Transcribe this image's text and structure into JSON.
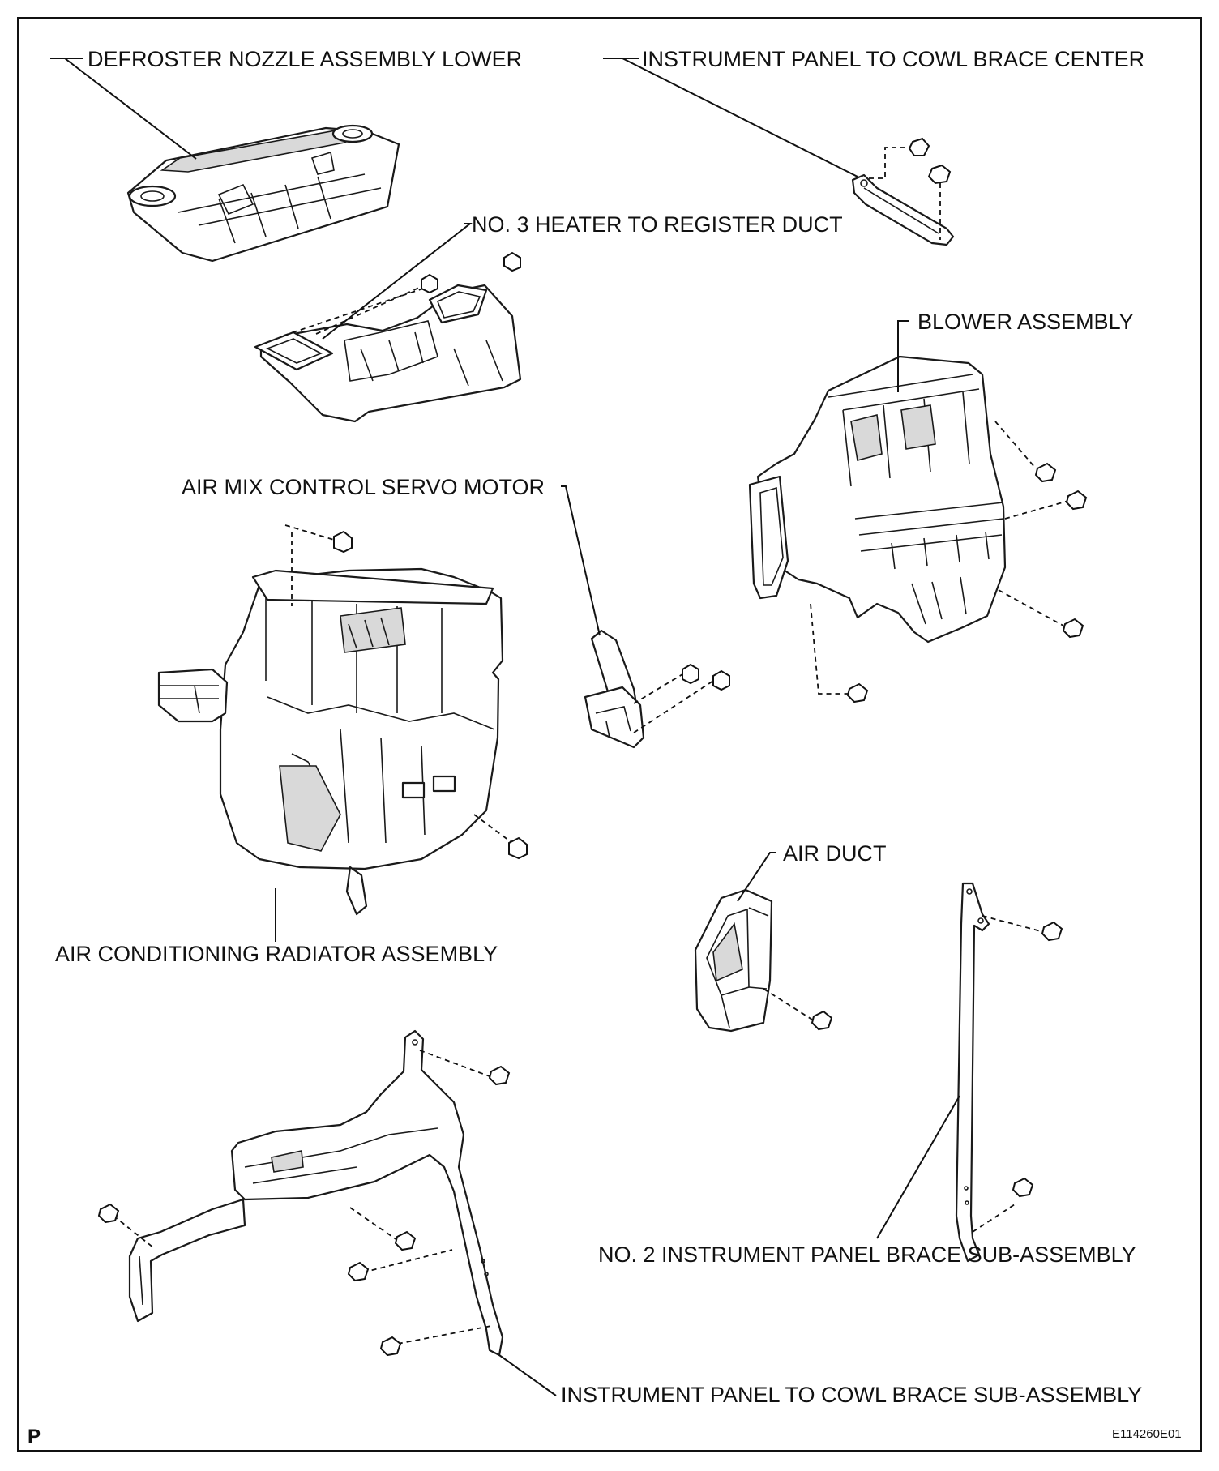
{
  "labels": {
    "defroster_nozzle": "DEFROSTER NOZZLE ASSEMBLY LOWER",
    "ip_cowl_brace_center": "INSTRUMENT PANEL TO COWL BRACE CENTER",
    "no3_heater_duct": "NO. 3 HEATER TO REGISTER DUCT",
    "blower_assembly": "BLOWER ASSEMBLY",
    "air_mix_servo": "AIR MIX CONTROL SERVO MOTOR",
    "ac_radiator": "AIR CONDITIONING RADIATOR ASSEMBLY",
    "air_duct": "AIR DUCT",
    "no2_ip_brace": "NO. 2 INSTRUMENT PANEL BRACE SUB-ASSEMBLY",
    "ip_cowl_brace_sub": "INSTRUMENT PANEL TO COWL BRACE SUB-ASSEMBLY"
  },
  "corner_mark": "P",
  "figure_code": "E114260E01"
}
